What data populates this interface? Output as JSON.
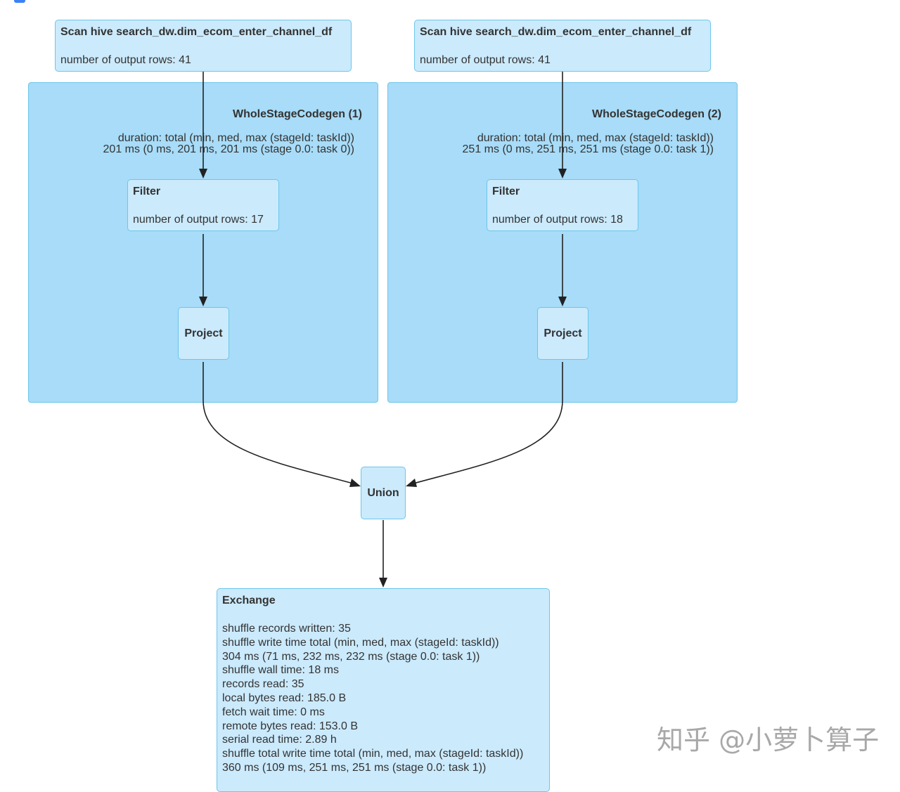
{
  "scan_left": {
    "title": "Scan hive search_dw.dim_ecom_enter_channel_df",
    "metric": "number of output rows: 41"
  },
  "scan_right": {
    "title": "Scan hive search_dw.dim_ecom_enter_channel_df",
    "metric": "number of output rows: 41"
  },
  "codegen_left": {
    "title": "WholeStageCodegen (1)",
    "metric_label": "duration: total (min, med, max (stageId: taskId))",
    "metric_value": "201 ms (0 ms, 201 ms, 201 ms (stage 0.0: task 0))"
  },
  "codegen_right": {
    "title": "WholeStageCodegen (2)",
    "metric_label": "duration: total (min, med, max (stageId: taskId))",
    "metric_value": "251 ms (0 ms, 251 ms, 251 ms (stage 0.0: task 1))"
  },
  "filter_left": {
    "title": "Filter",
    "metric": "number of output rows: 17"
  },
  "filter_right": {
    "title": "Filter",
    "metric": "number of output rows: 18"
  },
  "project_left": {
    "title": "Project"
  },
  "project_right": {
    "title": "Project"
  },
  "union": {
    "title": "Union"
  },
  "exchange": {
    "title": "Exchange",
    "metrics": [
      "shuffle records written: 35",
      "shuffle write time total (min, med, max (stageId: taskId))",
      "304 ms (71 ms, 232 ms, 232 ms (stage 0.0: task 1))",
      "shuffle wall time: 18 ms",
      "records read: 35",
      "local bytes read: 185.0 B",
      "fetch wait time: 0 ms",
      "remote bytes read: 153.0 B",
      "serial read time: 2.89 h",
      "shuffle total write time total (min, med, max (stageId: taskId))",
      "360 ms (109 ms, 251 ms, 251 ms (stage 0.0: task 1))"
    ]
  },
  "watermark": "知乎 @小萝卜算子"
}
